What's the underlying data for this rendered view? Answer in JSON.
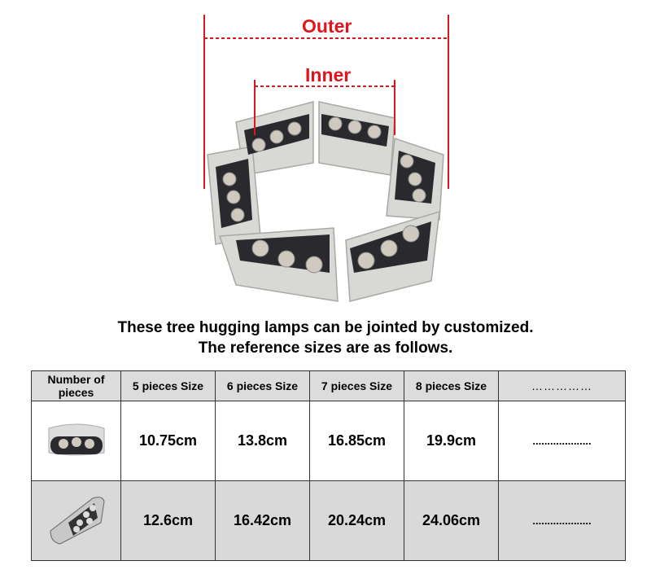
{
  "diagram": {
    "outer_label": "Outer",
    "inner_label": "Inner",
    "accent": "#e0141c"
  },
  "caption": {
    "line1": "These tree hugging lamps can be jointed by customized.",
    "line2": "The reference sizes are as follows."
  },
  "table": {
    "headers": [
      "Number of pieces",
      "5 pieces Size",
      "6 pieces Size",
      "7 pieces Size",
      "8 pieces Size",
      "……………"
    ],
    "rows": [
      {
        "image": "three-lens-lamp",
        "values": [
          "10.75cm",
          "13.8cm",
          "16.85cm",
          "19.9cm",
          "...................."
        ]
      },
      {
        "image": "six-lens-lamp",
        "values": [
          "12.6cm",
          "16.42cm",
          "20.24cm",
          "24.06cm",
          "...................."
        ]
      }
    ]
  }
}
